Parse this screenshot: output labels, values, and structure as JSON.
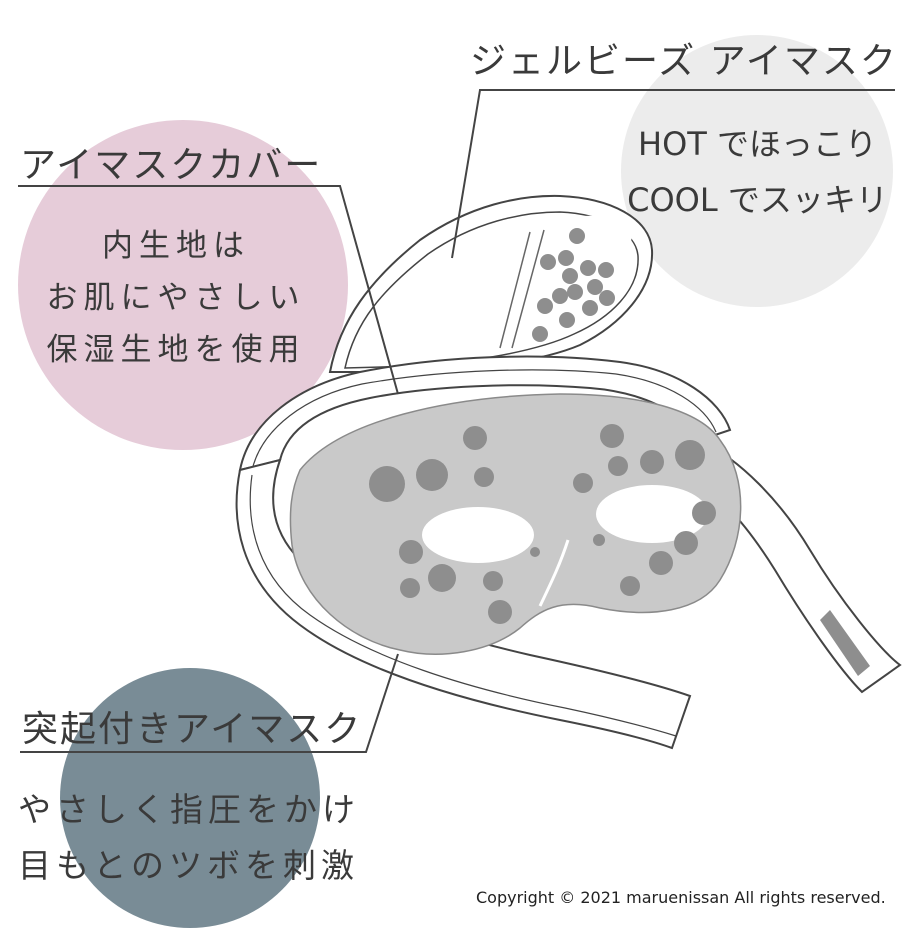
{
  "labels": {
    "gel_beads_heading": "ジェルビーズ アイマスク",
    "gel_beads_lines": [
      "HOT でほっこり",
      "COOL でスッキリ"
    ],
    "cover_heading": "アイマスクカバー",
    "cover_lines": [
      "内生地は",
      "お肌にやさしい",
      "保湿生地を使用"
    ],
    "bump_heading": "突起付きアイマスク",
    "bump_lines": [
      "やさしく指圧をかけ",
      "目もとのツボを刺激"
    ]
  },
  "copyright": "Copyright © 2021 maruenissan All rights reserved.",
  "colors": {
    "pink_circle": "#e6ccd9",
    "gray_circle": "#ececec",
    "blue_circle": "#798c96",
    "mask_fill": "#c9c9c9",
    "bump_fill": "#8e8e8e",
    "line": "#333333"
  }
}
